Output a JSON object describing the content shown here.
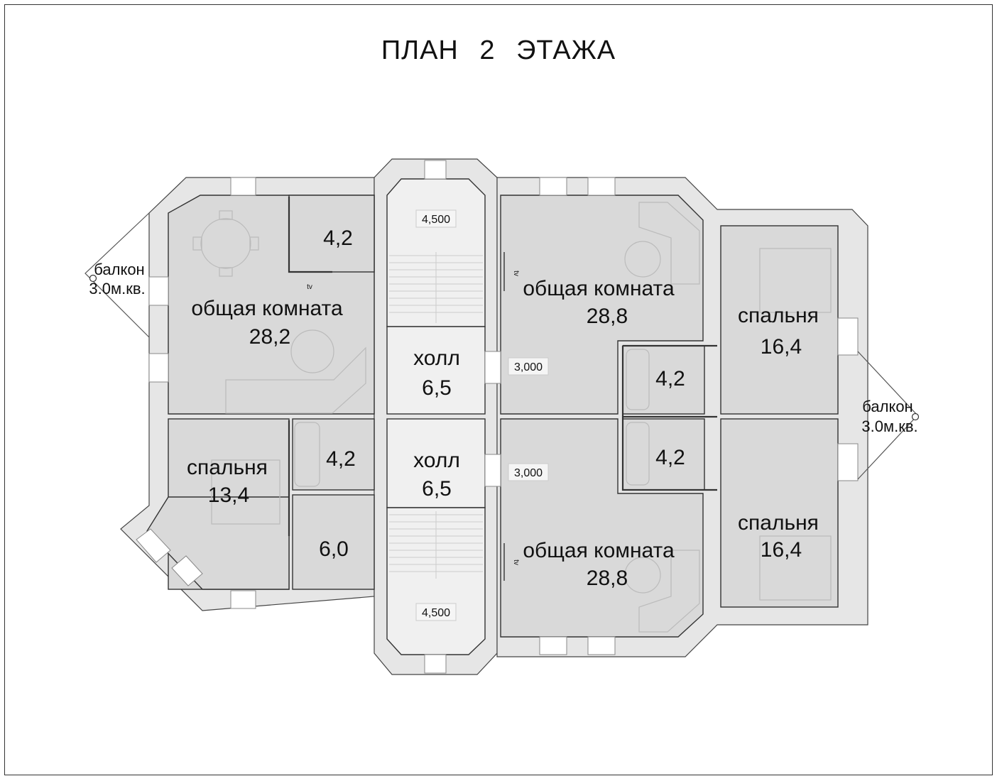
{
  "title": "ПЛАН  2  ЭТАЖА",
  "rooms": [
    {
      "id": "living-left",
      "name": "общая комната",
      "area": "28,2"
    },
    {
      "id": "storage-left",
      "name": "",
      "area": "4,2"
    },
    {
      "id": "bedroom-left",
      "name": "спальня",
      "area": "13,4"
    },
    {
      "id": "bath-left",
      "name": "",
      "area": "4,2"
    },
    {
      "id": "closet-left",
      "name": "",
      "area": "6,0"
    },
    {
      "id": "hall-top",
      "name": "холл",
      "area": "6,5"
    },
    {
      "id": "hall-bottom",
      "name": "холл",
      "area": "6,5"
    },
    {
      "id": "living-right-top",
      "name": "общая комната",
      "area": "28,8"
    },
    {
      "id": "living-right-bottom",
      "name": "общая комната",
      "area": "28,8"
    },
    {
      "id": "bath-right-top",
      "name": "",
      "area": "4,2"
    },
    {
      "id": "bath-right-bottom",
      "name": "",
      "area": "4,2"
    },
    {
      "id": "bedroom-right-top",
      "name": "спальня",
      "area": "16,4"
    },
    {
      "id": "bedroom-right-bottom",
      "name": "спальня",
      "area": "16,4"
    }
  ],
  "balconies": [
    {
      "name": "балкон",
      "area": "3.0м.кв."
    },
    {
      "name": "балкон",
      "area": "3.0м.кв."
    }
  ],
  "levels": [
    "4,500",
    "3,000",
    "3,000",
    "4,500"
  ],
  "tv_label": "tv"
}
